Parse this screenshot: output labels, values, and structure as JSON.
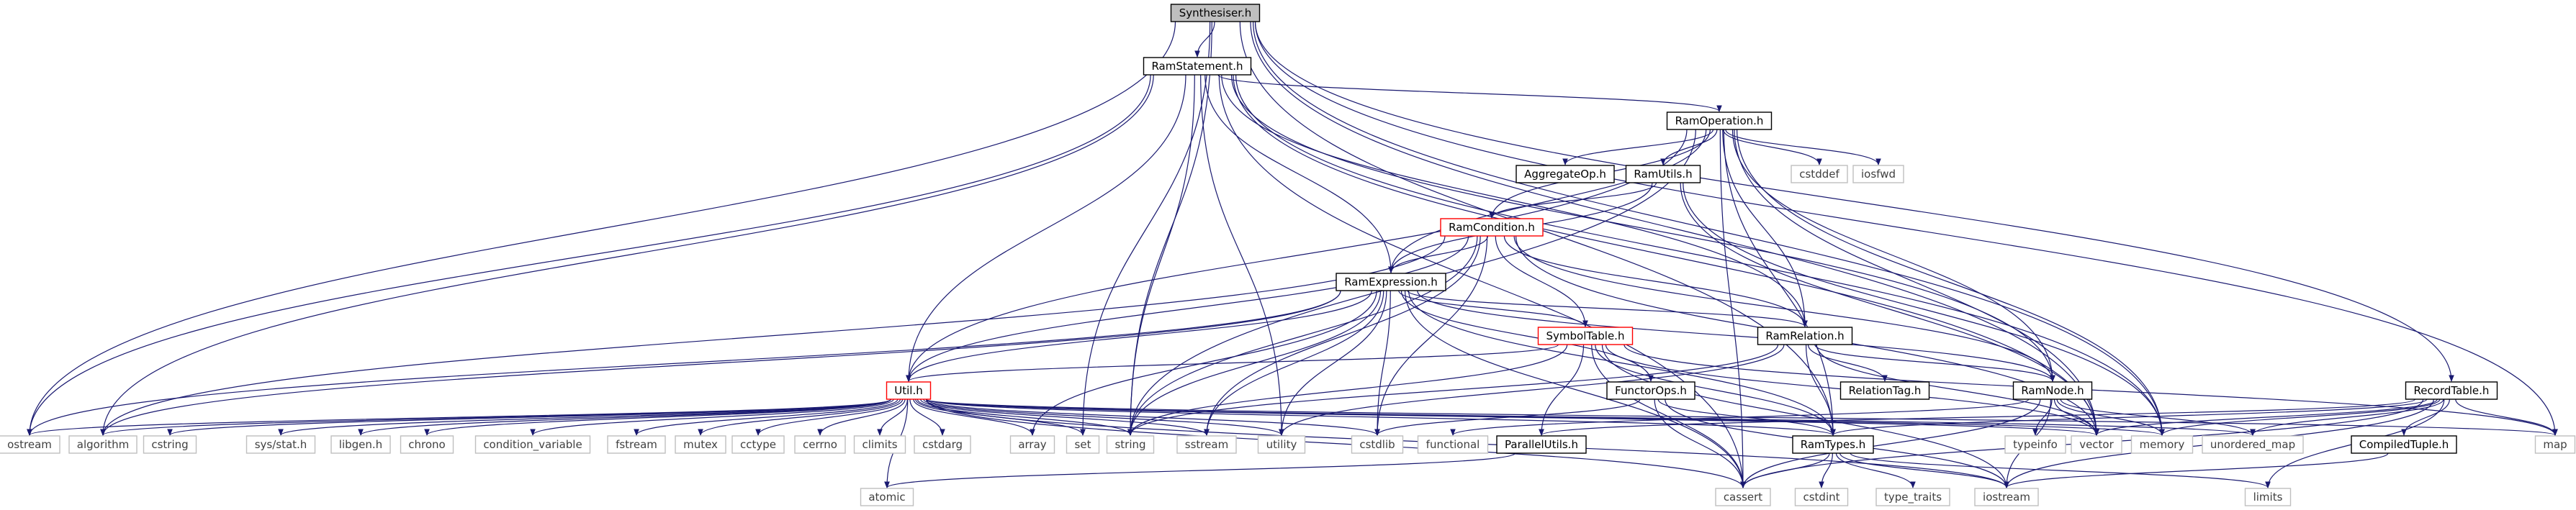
{
  "diagram": {
    "type": "include-dependency-graph",
    "root": "Synthesiser.h",
    "colors": {
      "edge": "#191970",
      "root_fill": "#bfbfbf",
      "root_border": "#000000",
      "header_border": "#000000",
      "truncated_border": "#ff0000",
      "system_border": "#bfbfbf",
      "node_fill": "#ffffff",
      "text": "#000000",
      "system_text": "#404040"
    },
    "nodes": [
      {
        "id": "synthesiser",
        "label": "Synthesiser.h",
        "kind": "root"
      },
      {
        "id": "ramstatement",
        "label": "RamStatement.h",
        "kind": "header"
      },
      {
        "id": "ramoperation",
        "label": "RamOperation.h",
        "kind": "header"
      },
      {
        "id": "aggregateop",
        "label": "AggregateOp.h",
        "kind": "header"
      },
      {
        "id": "ramutils",
        "label": "RamUtils.h",
        "kind": "header"
      },
      {
        "id": "cstddef",
        "label": "cstddef",
        "kind": "system"
      },
      {
        "id": "iosfwd",
        "label": "iosfwd",
        "kind": "system"
      },
      {
        "id": "ramcondition",
        "label": "RamCondition.h",
        "kind": "truncated"
      },
      {
        "id": "ramexpression",
        "label": "RamExpression.h",
        "kind": "header"
      },
      {
        "id": "symboltable",
        "label": "SymbolTable.h",
        "kind": "truncated"
      },
      {
        "id": "ramrelation",
        "label": "RamRelation.h",
        "kind": "header"
      },
      {
        "id": "relationtag",
        "label": "RelationTag.h",
        "kind": "header"
      },
      {
        "id": "ramnode",
        "label": "RamNode.h",
        "kind": "header"
      },
      {
        "id": "functorops",
        "label": "FunctorOps.h",
        "kind": "header"
      },
      {
        "id": "util",
        "label": "Util.h",
        "kind": "truncated"
      },
      {
        "id": "paralleleutils",
        "label": "ParallelUtils.h",
        "kind": "header"
      },
      {
        "id": "ramtypes",
        "label": "RamTypes.h",
        "kind": "header"
      },
      {
        "id": "recordtable",
        "label": "RecordTable.h",
        "kind": "header"
      },
      {
        "id": "compiledtuple",
        "label": "CompiledTuple.h",
        "kind": "header"
      },
      {
        "id": "ostream",
        "label": "ostream",
        "kind": "system"
      },
      {
        "id": "algorithm",
        "label": "algorithm",
        "kind": "system"
      },
      {
        "id": "cstring",
        "label": "cstring",
        "kind": "system"
      },
      {
        "id": "sysstat",
        "label": "sys/stat.h",
        "kind": "system"
      },
      {
        "id": "libgen",
        "label": "libgen.h",
        "kind": "system"
      },
      {
        "id": "chrono",
        "label": "chrono",
        "kind": "system"
      },
      {
        "id": "condvar",
        "label": "condition_variable",
        "kind": "system"
      },
      {
        "id": "fstream",
        "label": "fstream",
        "kind": "system"
      },
      {
        "id": "mutex",
        "label": "mutex",
        "kind": "system"
      },
      {
        "id": "cctype",
        "label": "cctype",
        "kind": "system"
      },
      {
        "id": "cerrno",
        "label": "cerrno",
        "kind": "system"
      },
      {
        "id": "climits",
        "label": "climits",
        "kind": "system"
      },
      {
        "id": "cstdarg",
        "label": "cstdarg",
        "kind": "system"
      },
      {
        "id": "array",
        "label": "array",
        "kind": "system"
      },
      {
        "id": "set",
        "label": "set",
        "kind": "system"
      },
      {
        "id": "string",
        "label": "string",
        "kind": "system"
      },
      {
        "id": "sstream",
        "label": "sstream",
        "kind": "system"
      },
      {
        "id": "utility",
        "label": "utility",
        "kind": "system"
      },
      {
        "id": "cstdlib",
        "label": "cstdlib",
        "kind": "system"
      },
      {
        "id": "functional",
        "label": "functional",
        "kind": "system"
      },
      {
        "id": "typeinfo",
        "label": "typeinfo",
        "kind": "system"
      },
      {
        "id": "vector",
        "label": "vector",
        "kind": "system"
      },
      {
        "id": "memory",
        "label": "memory",
        "kind": "system"
      },
      {
        "id": "unordered_map",
        "label": "unordered_map",
        "kind": "system"
      },
      {
        "id": "map",
        "label": "map",
        "kind": "system"
      },
      {
        "id": "atomic",
        "label": "atomic",
        "kind": "system"
      },
      {
        "id": "cassert",
        "label": "cassert",
        "kind": "system"
      },
      {
        "id": "cstdint",
        "label": "cstdint",
        "kind": "system"
      },
      {
        "id": "type_traits",
        "label": "type_traits",
        "kind": "system"
      },
      {
        "id": "iostream",
        "label": "iostream",
        "kind": "system"
      },
      {
        "id": "limits",
        "label": "limits",
        "kind": "system"
      }
    ],
    "edges": [
      [
        "synthesiser",
        "ramstatement"
      ],
      [
        "synthesiser",
        "recordtable"
      ],
      [
        "synthesiser",
        "ostream"
      ],
      [
        "synthesiser",
        "string"
      ],
      [
        "synthesiser",
        "set"
      ],
      [
        "synthesiser",
        "memory"
      ],
      [
        "synthesiser",
        "map"
      ],
      [
        "synthesiser",
        "vector"
      ],
      [
        "synthesiser",
        "ramtypes"
      ],
      [
        "ramstatement",
        "ramoperation"
      ],
      [
        "ramstatement",
        "ramexpression"
      ],
      [
        "ramstatement",
        "ramrelation"
      ],
      [
        "ramstatement",
        "ramnode"
      ],
      [
        "ramstatement",
        "util"
      ],
      [
        "ramstatement",
        "algorithm"
      ],
      [
        "ramstatement",
        "ostream"
      ],
      [
        "ramstatement",
        "string"
      ],
      [
        "ramstatement",
        "utility"
      ],
      [
        "ramstatement",
        "vector"
      ],
      [
        "ramstatement",
        "memory"
      ],
      [
        "ramstatement",
        "cassert"
      ],
      [
        "ramoperation",
        "aggregateop"
      ],
      [
        "ramoperation",
        "ramutils"
      ],
      [
        "ramoperation",
        "cstddef"
      ],
      [
        "ramoperation",
        "iosfwd"
      ],
      [
        "ramoperation",
        "ramcondition"
      ],
      [
        "ramoperation",
        "ramexpression"
      ],
      [
        "ramoperation",
        "ramrelation"
      ],
      [
        "ramoperation",
        "ramnode"
      ],
      [
        "ramoperation",
        "util"
      ],
      [
        "ramoperation",
        "ramtypes"
      ],
      [
        "ramoperation",
        "string"
      ],
      [
        "ramoperation",
        "vector"
      ],
      [
        "ramoperation",
        "memory"
      ],
      [
        "ramoperation",
        "cassert"
      ],
      [
        "ramutils",
        "ramcondition"
      ],
      [
        "ramutils",
        "ramexpression"
      ],
      [
        "ramutils",
        "memory"
      ],
      [
        "ramutils",
        "vector"
      ],
      [
        "ramcondition",
        "ramexpression"
      ],
      [
        "ramcondition",
        "symboltable"
      ],
      [
        "ramcondition",
        "ramrelation"
      ],
      [
        "ramcondition",
        "ramnode"
      ],
      [
        "ramcondition",
        "util"
      ],
      [
        "ramcondition",
        "algorithm"
      ],
      [
        "ramcondition",
        "string"
      ],
      [
        "ramcondition",
        "sstream"
      ],
      [
        "ramcondition",
        "cstdlib"
      ],
      [
        "ramcondition",
        "vector"
      ],
      [
        "ramexpression",
        "symboltable"
      ],
      [
        "ramexpression",
        "functorops"
      ],
      [
        "ramexpression",
        "ramrelation"
      ],
      [
        "ramexpression",
        "ramnode"
      ],
      [
        "ramexpression",
        "util"
      ],
      [
        "ramexpression",
        "algorithm"
      ],
      [
        "ramexpression",
        "ostream"
      ],
      [
        "ramexpression",
        "array"
      ],
      [
        "ramexpression",
        "string"
      ],
      [
        "ramexpression",
        "sstream"
      ],
      [
        "ramexpression",
        "utility"
      ],
      [
        "ramexpression",
        "cstdlib"
      ],
      [
        "ramexpression",
        "ramtypes"
      ],
      [
        "ramexpression",
        "cassert"
      ],
      [
        "symboltable",
        "util"
      ],
      [
        "symboltable",
        "paralleleutils"
      ],
      [
        "symboltable",
        "ramtypes"
      ],
      [
        "symboltable",
        "cassert"
      ],
      [
        "symboltable",
        "iostream"
      ],
      [
        "symboltable",
        "string"
      ],
      [
        "symboltable",
        "map"
      ],
      [
        "symboltable",
        "vector"
      ],
      [
        "ramrelation",
        "relationtag"
      ],
      [
        "ramrelation",
        "ramnode"
      ],
      [
        "ramrelation",
        "ramtypes"
      ],
      [
        "ramrelation",
        "string"
      ],
      [
        "ramrelation",
        "utility"
      ],
      [
        "ramrelation",
        "vector"
      ],
      [
        "ramnode",
        "typeinfo"
      ],
      [
        "ramnode",
        "vector"
      ],
      [
        "ramnode",
        "memory"
      ],
      [
        "ramnode",
        "functional"
      ],
      [
        "ramnode",
        "cassert"
      ],
      [
        "ramnode",
        "iostream"
      ],
      [
        "ramnode",
        "unordered_map"
      ],
      [
        "functorops",
        "cassert"
      ],
      [
        "functorops",
        "cstdlib"
      ],
      [
        "functorops",
        "ramtypes"
      ],
      [
        "functorops",
        "iostream"
      ],
      [
        "util",
        "ostream"
      ],
      [
        "util",
        "algorithm"
      ],
      [
        "util",
        "cstring"
      ],
      [
        "util",
        "sysstat"
      ],
      [
        "util",
        "libgen"
      ],
      [
        "util",
        "chrono"
      ],
      [
        "util",
        "condvar"
      ],
      [
        "util",
        "fstream"
      ],
      [
        "util",
        "mutex"
      ],
      [
        "util",
        "cctype"
      ],
      [
        "util",
        "cerrno"
      ],
      [
        "util",
        "climits"
      ],
      [
        "util",
        "cstdarg"
      ],
      [
        "util",
        "array"
      ],
      [
        "util",
        "set"
      ],
      [
        "util",
        "string"
      ],
      [
        "util",
        "sstream"
      ],
      [
        "util",
        "utility"
      ],
      [
        "util",
        "cstdlib"
      ],
      [
        "util",
        "vector"
      ],
      [
        "util",
        "memory"
      ],
      [
        "util",
        "map"
      ],
      [
        "util",
        "unordered_map"
      ],
      [
        "util",
        "ramtypes"
      ],
      [
        "util",
        "atomic"
      ],
      [
        "util",
        "cassert"
      ],
      [
        "util",
        "iostream"
      ],
      [
        "paralleleutils",
        "atomic"
      ],
      [
        "ramtypes",
        "cassert"
      ],
      [
        "ramtypes",
        "cstdint"
      ],
      [
        "ramtypes",
        "type_traits"
      ],
      [
        "ramtypes",
        "iostream"
      ],
      [
        "ramtypes",
        "limits"
      ],
      [
        "recordtable",
        "compiledtuple"
      ],
      [
        "recordtable",
        "paralleleutils"
      ],
      [
        "recordtable",
        "ramtypes"
      ],
      [
        "recordtable",
        "cassert"
      ],
      [
        "recordtable",
        "iostream"
      ],
      [
        "recordtable",
        "limits"
      ],
      [
        "recordtable",
        "map"
      ],
      [
        "recordtable",
        "unordered_map"
      ],
      [
        "recordtable",
        "vector"
      ],
      [
        "recordtable",
        "memory"
      ],
      [
        "compiledtuple",
        "iostream"
      ]
    ]
  }
}
